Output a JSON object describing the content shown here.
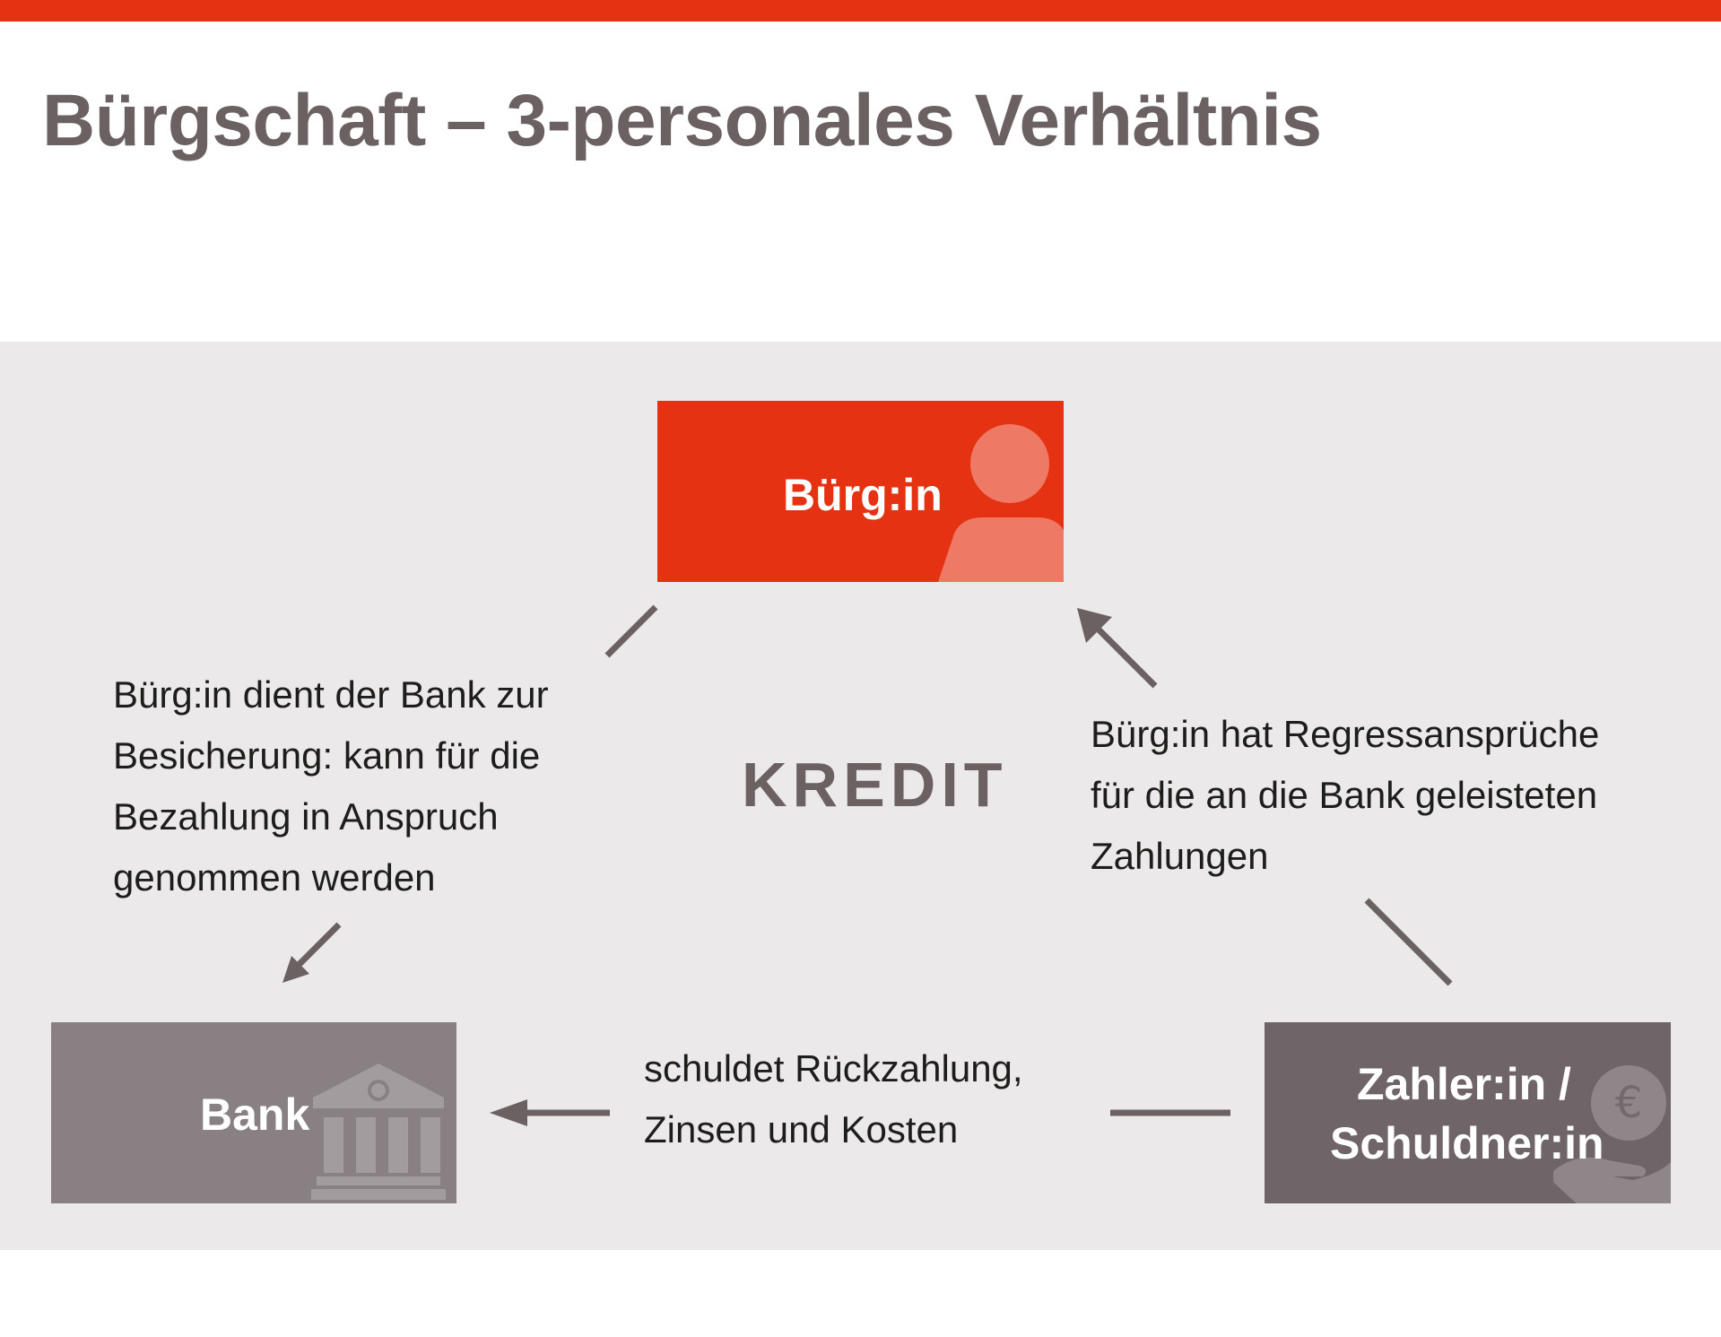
{
  "title": "Bürgschaft – 3-personales Verhältnis",
  "center_label": "KREDIT",
  "parties": {
    "guarantor": {
      "label": "Bürg:in",
      "icon": "person-icon",
      "color": "#e53212"
    },
    "bank": {
      "label": "Bank",
      "icon": "bank-building-icon",
      "color": "#888083"
    },
    "debtor": {
      "label_line1": "Zahler:in /",
      "label_line2": "Schuldner:in",
      "icon": "euro-hand-icon",
      "color": "#6f6568"
    }
  },
  "relations": {
    "guarantor_to_bank": "Bürg:in dient der Bank zur\nBesicherung: kann für die\nBezahlung in Anspruch\ngenommen werden",
    "debtor_to_guarantor": "Bürg:in hat Regressansprüche\nfür die an die Bank geleisteten\nZahlungen",
    "debtor_to_bank": "schuldet Rückzahlung,\nZinsen und Kosten"
  },
  "colors": {
    "accent": "#e53212",
    "background_panel": "#ebe9ea",
    "title_text": "#6b6163",
    "arrow": "#6b6163"
  }
}
